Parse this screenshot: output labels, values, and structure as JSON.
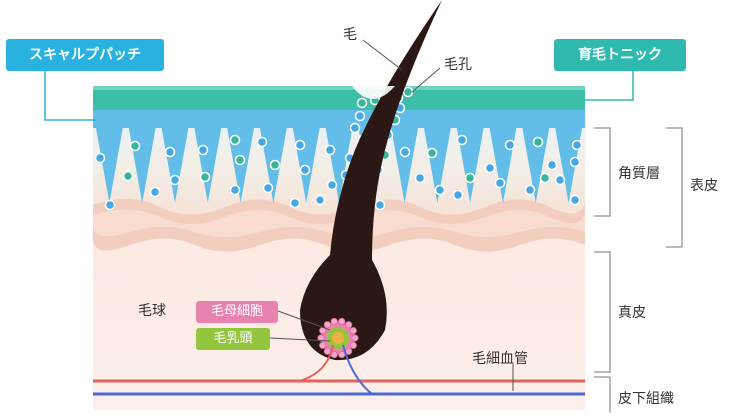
{
  "labels": {
    "scalp_patch": "スキャルプパッチ",
    "hair_tonic": "育毛トニック",
    "hair": "毛",
    "pore": "毛孔",
    "stratum_corneum": "角質層",
    "epidermis": "表皮",
    "dermis": "真皮",
    "subcutaneous": "皮下組織",
    "hair_bulb": "毛球",
    "matrix_cell": "毛母細胞",
    "papilla": "毛乳頭",
    "capillary": "毛細血管"
  },
  "colors": {
    "patch_tag": "#29b2e0",
    "tonic_tag": "#30b9ae",
    "patch_layer": "#3dbea6",
    "stratum": "#62bde9",
    "particle_blue": "#46a8e3",
    "particle_green": "#39b69a",
    "skin_pink": "#fae6dd",
    "dermis_top": "#f0c2b0",
    "hair": "#2b1714",
    "matrix_pill": "#e882b0",
    "papilla_pill": "#93c53e",
    "artery": "#e2625d",
    "vein": "#4c6bd0"
  }
}
